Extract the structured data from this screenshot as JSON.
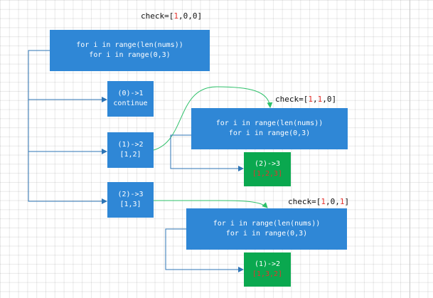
{
  "checks": [
    {
      "prefix": "check=[",
      "v1": "1",
      "sep1": ",",
      "v2": "0",
      "sep2": ",",
      "v3": "0",
      "suffix": "]"
    },
    {
      "prefix": "check=[",
      "v1": "1",
      "sep1": ",",
      "v2": "1",
      "sep2": ",",
      "v3": "0",
      "suffix": "]"
    },
    {
      "prefix": "check=[",
      "v1": "1",
      "sep1": ",",
      "v2": "0",
      "sep2": ",",
      "v3": "1",
      "suffix": "]"
    }
  ],
  "loops": [
    {
      "line1": "for i in range(len(nums))",
      "line2": "for i in range(0,3)"
    },
    {
      "line1": "for i in range(len(nums))",
      "line2": "for i in range(0,3)"
    },
    {
      "line1": "for i in range(len(nums))",
      "line2": "for i in range(0,3)"
    }
  ],
  "branches": [
    {
      "line1": "(0)->1",
      "line2": "continue"
    },
    {
      "line1": "(1)->2",
      "line2": "[1,2]"
    },
    {
      "line1": "(2)->3",
      "line2": "[1,3]"
    }
  ],
  "results": [
    {
      "line1": "(2)->3",
      "line2": "[1,2,3]"
    },
    {
      "line1": "(1)->2",
      "line2": "[1,3,2]"
    }
  ],
  "colors": {
    "box_blue": "#2f87d6",
    "box_green": "#0aa84f",
    "connector_blue": "#2e75b6",
    "connector_green": "#2ec06a",
    "highlight_red": "#e5322d"
  }
}
